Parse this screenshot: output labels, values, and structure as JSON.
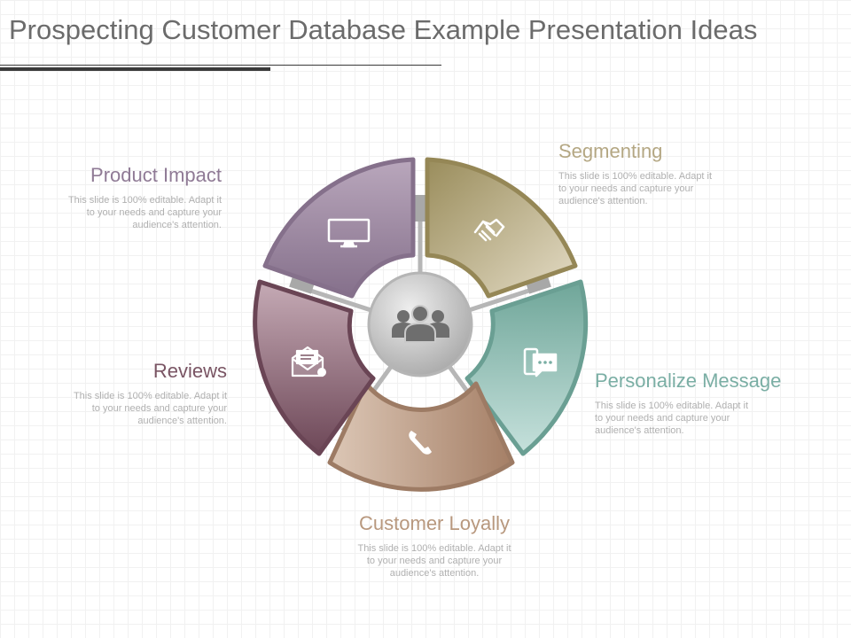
{
  "slide": {
    "title": "Prospecting Customer Database Example Presentation Ideas"
  },
  "center": {
    "icon": "team-icon"
  },
  "segments": [
    {
      "id": "segmenting",
      "title": "Segmenting",
      "icon": "handshake-icon",
      "color": "#a89a6a",
      "description": "This slide is 100% editable. Adapt it\nto your needs and capture your\naudience's attention."
    },
    {
      "id": "personalize-message",
      "title": "Personalize Message",
      "icon": "chat-icon",
      "color": "#7aaea4",
      "description": "This slide is 100% editable. Adapt it\nto your needs and capture your\naudience's attention."
    },
    {
      "id": "customer-loyally",
      "title": "Customer Loyally",
      "icon": "phone-icon",
      "color": "#b8987e",
      "description": "This slide is 100% editable. Adapt it\nto your needs and capture your\naudience's attention."
    },
    {
      "id": "reviews",
      "title": "Reviews",
      "icon": "mail-icon",
      "color": "#7a5564",
      "description": "This slide is 100% editable. Adapt it\nto your needs and capture your\naudience's attention."
    },
    {
      "id": "product-impact",
      "title": "Product Impact",
      "icon": "monitor-icon",
      "color": "#8f7a95",
      "description": "This slide is 100% editable. Adapt it\nto your needs and capture your\naudience's attention."
    }
  ]
}
